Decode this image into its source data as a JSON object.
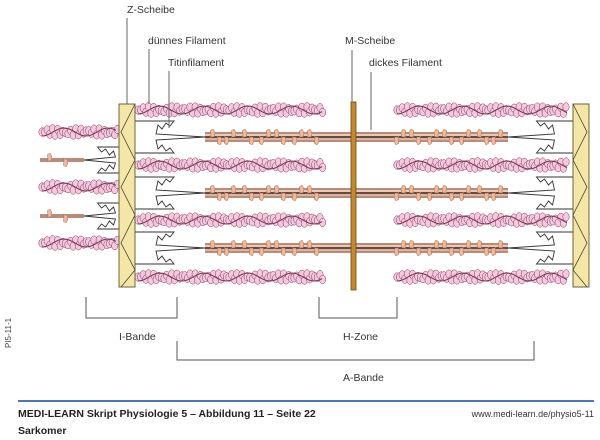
{
  "figure": {
    "title": "Sarkomer",
    "labels": {
      "z_disc": "Z-Scheibe",
      "thin_filament": "dünnes Filament",
      "titin": "Titinfilament",
      "m_disc": "M-Scheibe",
      "thick_filament": "dickes Filament"
    },
    "bands": {
      "i_band": "I-Bande",
      "h_zone": "H-Zone",
      "a_band": "A-Bande"
    },
    "side_code": "PI5-11-1",
    "colors": {
      "z_disc_fill": "#f3e6a6",
      "z_disc_stroke": "#6b6440",
      "m_disc": "#c08a2e",
      "actin_bead": "#f5c8e0",
      "actin_outline": "#7a3a55",
      "myosin_shaft": "#c9a08c",
      "myosin_head": "#f3b896",
      "titin": "#333333"
    }
  },
  "footer": {
    "title": "MEDI-LEARN Skript Physiologie 5 – Abbildung 11 – Seite 22",
    "subtitle": "Sarkomer",
    "url": "www.medi-learn.de/physio5-11",
    "rule_color": "#4a7ab8"
  }
}
